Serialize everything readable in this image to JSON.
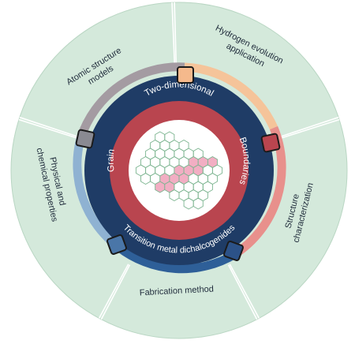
{
  "diagram": {
    "outer_sectors": [
      {
        "id": "top-left",
        "lines": [
          "Atomic structure",
          "models"
        ]
      },
      {
        "id": "top-right",
        "lines": [
          "Hydrogen evolution",
          "application"
        ]
      },
      {
        "id": "right",
        "lines": [
          "Structure",
          "characterization"
        ]
      },
      {
        "id": "bottom",
        "lines": [
          "Fabrication method"
        ]
      },
      {
        "id": "left",
        "lines": [
          "Physical and",
          "chemical properties"
        ]
      }
    ],
    "ring_labels": {
      "top": "Two-dimensional",
      "bottom": "Transition metal dichalcogenides",
      "left": "Grain",
      "right": "Boundaries"
    },
    "colors": {
      "outer_disc": "#d4e9db",
      "sector_divider": "#ffffff",
      "navy_ring": "#1f3c66",
      "red_ring": "#b9454f",
      "gray_arc": "#a49ba2",
      "orange_arc": "#f5c49a",
      "salmon_arc": "#e8908c",
      "blue_arc": "#2e5f98",
      "light_blue_arc": "#8fb2d2",
      "hex_lattice": "#7bb48f",
      "highlight": "#f2aec3"
    }
  }
}
